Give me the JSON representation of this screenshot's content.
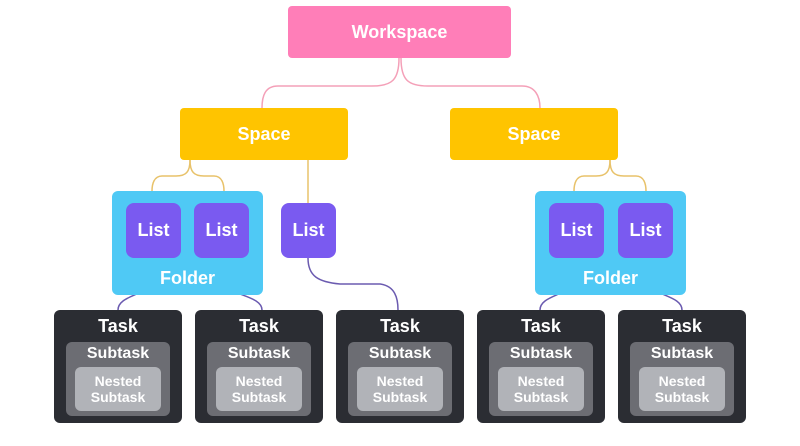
{
  "workspace": {
    "label": "Workspace"
  },
  "spaces": [
    {
      "label": "Space"
    },
    {
      "label": "Space"
    }
  ],
  "folders": [
    {
      "label": "Folder",
      "lists": [
        "List",
        "List"
      ]
    },
    {
      "label": "Folder",
      "lists": [
        "List",
        "List"
      ]
    }
  ],
  "standalone_list": {
    "label": "List"
  },
  "tasks": [
    {
      "label": "Task",
      "subtask": "Subtask",
      "nested": "Nested Subtask"
    },
    {
      "label": "Task",
      "subtask": "Subtask",
      "nested": "Nested Subtask"
    },
    {
      "label": "Task",
      "subtask": "Subtask",
      "nested": "Nested Subtask"
    },
    {
      "label": "Task",
      "subtask": "Subtask",
      "nested": "Nested Subtask"
    },
    {
      "label": "Task",
      "subtask": "Subtask",
      "nested": "Nested Subtask"
    }
  ],
  "colors": {
    "workspace": "#ff7eb8",
    "space": "#ffc400",
    "folder": "#4fc9f5",
    "list": "#7a5af0",
    "task": "#2b2d33",
    "subtask": "#6c6d73",
    "nested": "#b1b3b8",
    "connector_workspace": "#f4a0b8",
    "connector_space": "#e8c26a",
    "connector_list": "#6b5bb0"
  }
}
